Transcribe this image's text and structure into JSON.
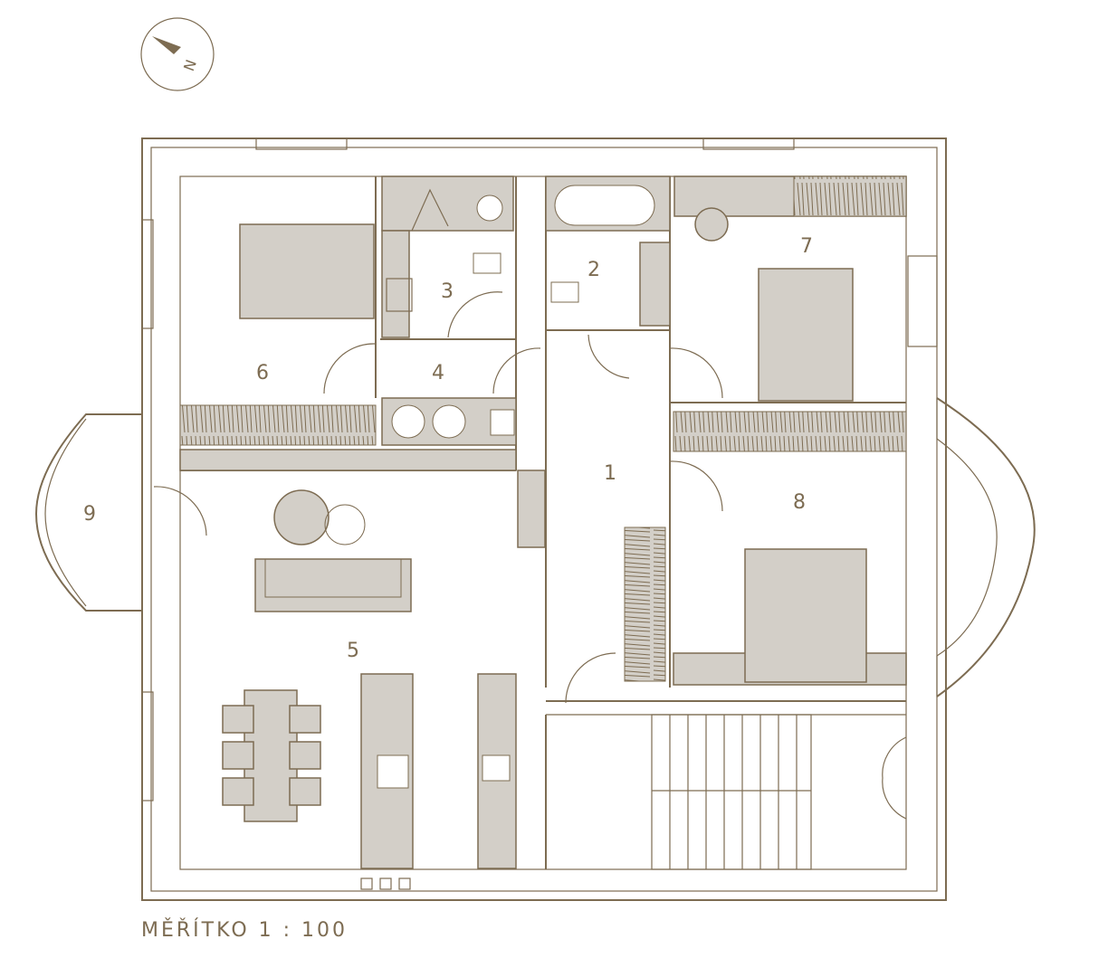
{
  "rooms": [
    {
      "id": "1",
      "label": "1"
    },
    {
      "id": "2",
      "label": "2"
    },
    {
      "id": "3",
      "label": "3"
    },
    {
      "id": "4",
      "label": "4"
    },
    {
      "id": "5",
      "label": "5"
    },
    {
      "id": "6",
      "label": "6"
    },
    {
      "id": "7",
      "label": "7"
    },
    {
      "id": "8",
      "label": "8"
    },
    {
      "id": "9",
      "label": "9"
    }
  ],
  "scale_label": "MĚŘÍTKO 1 : 100",
  "north_arrow": {
    "label": "N",
    "icon": "north-arrow-icon"
  },
  "colors": {
    "line": "#7d6c52",
    "fill": "#d3cfc8",
    "background": "#ffffff"
  }
}
